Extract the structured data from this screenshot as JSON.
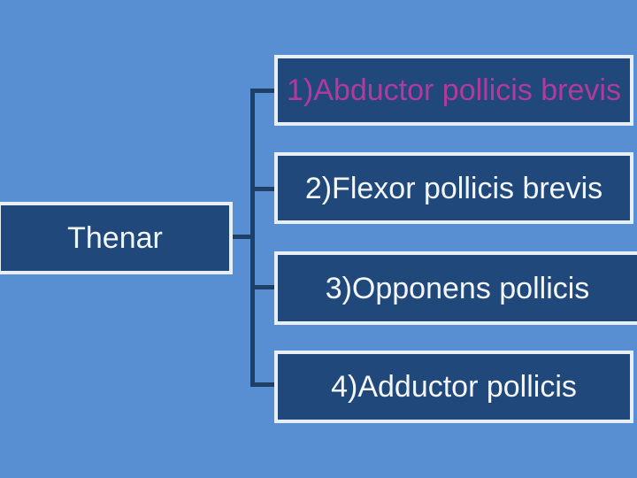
{
  "slide": {
    "type": "hierarchy-diagram",
    "colors": {
      "background": "#588ED2",
      "box_fill": "#20487A",
      "box_border": "#E8EEF5",
      "connector": "#1E3F66",
      "text_default": "#F3F6FA",
      "text_highlight": "#B23A9C"
    },
    "diagram": {
      "root": {
        "label": "Thenar"
      },
      "children": [
        {
          "label": "1)Abductor pollicis brevis",
          "text_color": "#B23A9C"
        },
        {
          "label": "2)Flexor pollicis brevis",
          "text_color": "#F3F6FA"
        },
        {
          "label": "3)Opponens pollicis",
          "text_color": "#F3F6FA"
        },
        {
          "label": "4)Adductor pollicis",
          "text_color": "#F3F6FA"
        }
      ]
    }
  }
}
